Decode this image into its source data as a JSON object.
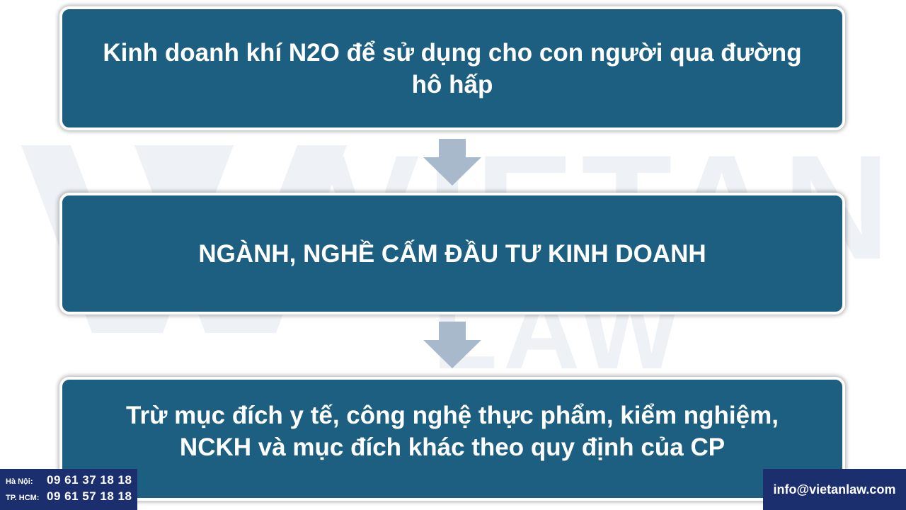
{
  "watermark": {
    "line1": "VIETAN",
    "line2": "LAW"
  },
  "flow": {
    "step1": {
      "line1": "Kinh doanh khí N2O để sử dụng cho con người qua đường",
      "line2": "hô hấp"
    },
    "step2": {
      "line1": "NGÀNH, NGHỀ CẤM ĐẦU TƯ KINH DOANH"
    },
    "step3": {
      "line1": "Trừ mục đích y tế, công nghệ thực phẩm, kiểm nghiệm,",
      "line2": "NCKH và mục đích khác theo quy định của CP"
    }
  },
  "contact": {
    "hanoi_label": "Hà Nội:",
    "hanoi_phone": "09 61 37 18 18",
    "hcm_label": "TP. HCM:",
    "hcm_phone": "09 61 57 18 18",
    "email": "info@vietanlaw.com"
  },
  "colors": {
    "box_fill": "#1c5f80",
    "arrow_fill": "#a8b9cc",
    "contact_bar": "#1b2f6e",
    "watermark": "#eef1f5"
  }
}
